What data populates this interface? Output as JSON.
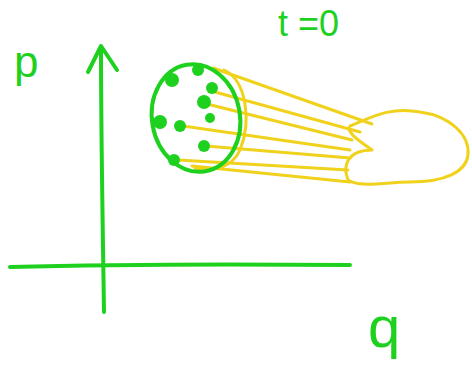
{
  "diagram": {
    "labels": [
      "t =0",
      "p",
      "q"
    ]
  }
}
